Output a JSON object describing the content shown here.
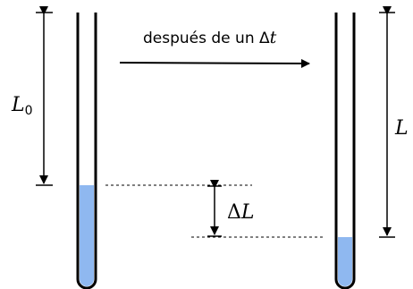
{
  "labels": {
    "caption_text": "después de un ",
    "caption_delta": "Δ",
    "caption_var": "t",
    "initial_length_symbol": "L",
    "initial_length_subscript": "0",
    "delta_symbol": "Δ",
    "delta_var": "L",
    "final_length_symbol": "L"
  },
  "colors": {
    "liquid": "#8fb8f0",
    "outline": "#000000",
    "dashed_line": "#000000"
  }
}
